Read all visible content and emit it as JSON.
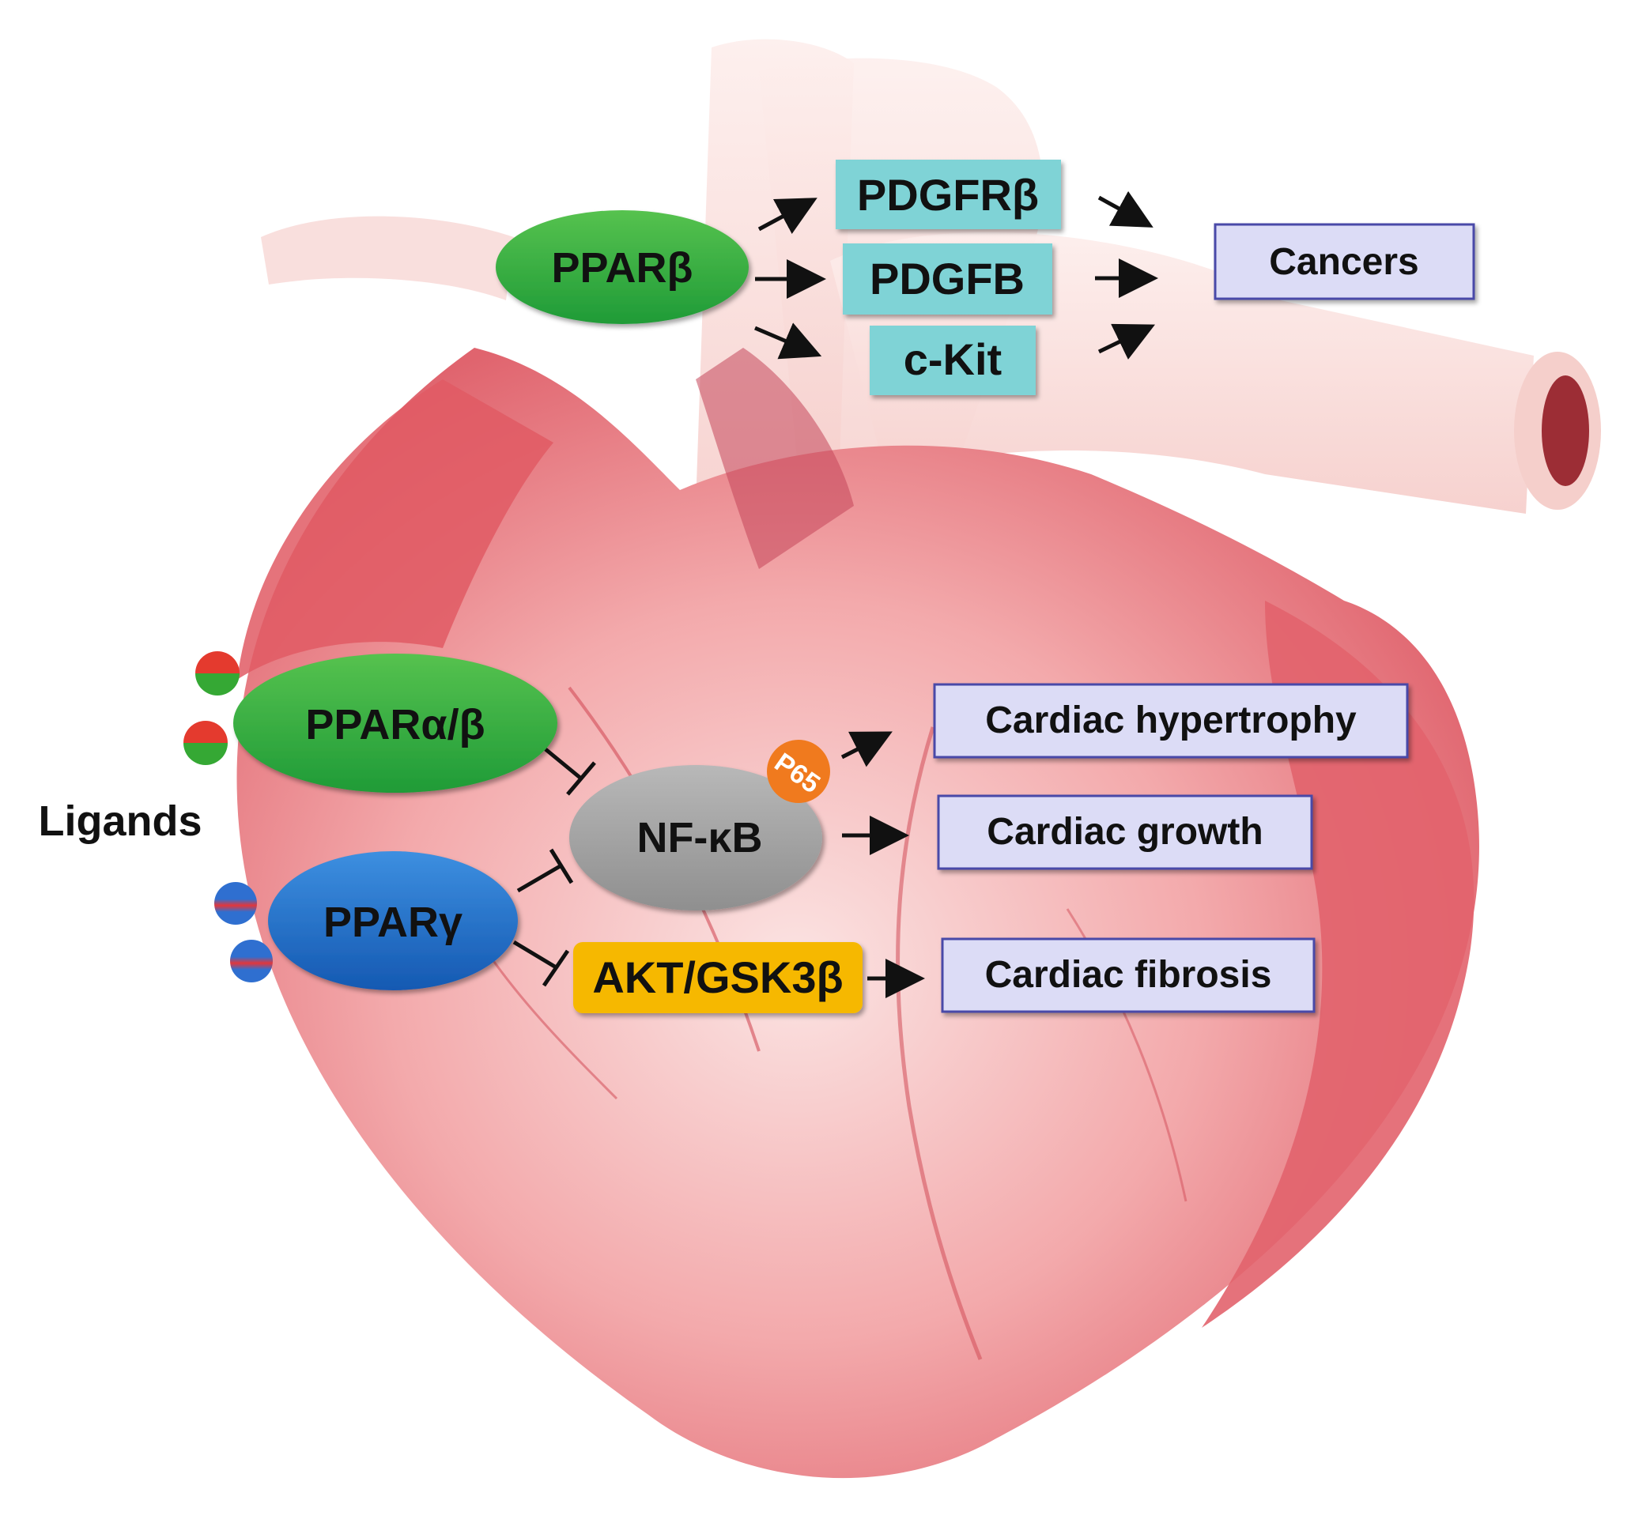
{
  "nodes": {
    "ppar_beta": "PPARβ",
    "pdgfr_beta": "PDGFRβ",
    "pdgfb": "PDGFB",
    "c_kit": "c-Kit",
    "cancers": "Cancers",
    "ppar_alpha_beta": "PPARα/β",
    "ppar_gamma": "PPARγ",
    "nf_kb": "NF-κB",
    "p65": "P65",
    "akt_gsk3b": "AKT/GSK3β",
    "cardiac_hypertrophy": "Cardiac hypertrophy",
    "cardiac_growth": "Cardiac growth",
    "cardiac_fibrosis": "Cardiac fibrosis",
    "ligands": "Ligands"
  },
  "colors": {
    "ppar_green": "#2aa93a",
    "ppar_gamma_blue": "#1f6fc8",
    "target_teal": "#7fd3d6",
    "outcome_box": "#dcdcf6",
    "outcome_border": "#4a4aa8",
    "nfkb_gray": "#a3a3a3",
    "akt_yellow": "#f6b800",
    "p65_orange": "#f07a1e",
    "heart_red": "#e26670"
  },
  "icons": [
    "heart-illustration",
    "ligand-green-red",
    "ligand-blue-red",
    "activation-arrow",
    "inhibition-bar"
  ]
}
